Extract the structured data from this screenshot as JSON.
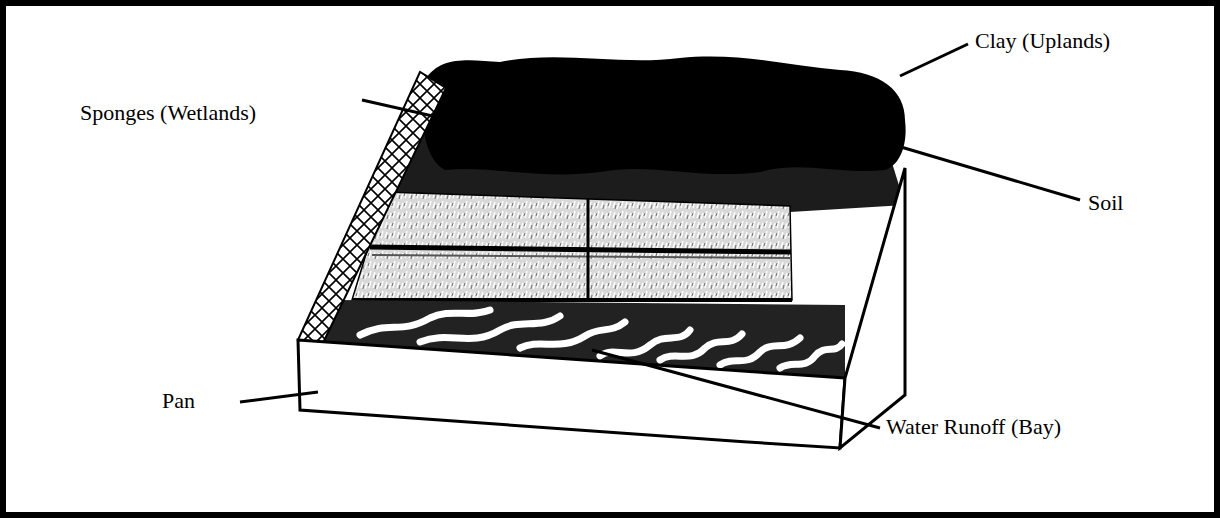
{
  "diagram": {
    "labels": [
      "Clay (Uplands)",
      "Sponges (Wetlands)",
      "Soil",
      "Pan",
      "Water Runoff (Bay)"
    ]
  }
}
